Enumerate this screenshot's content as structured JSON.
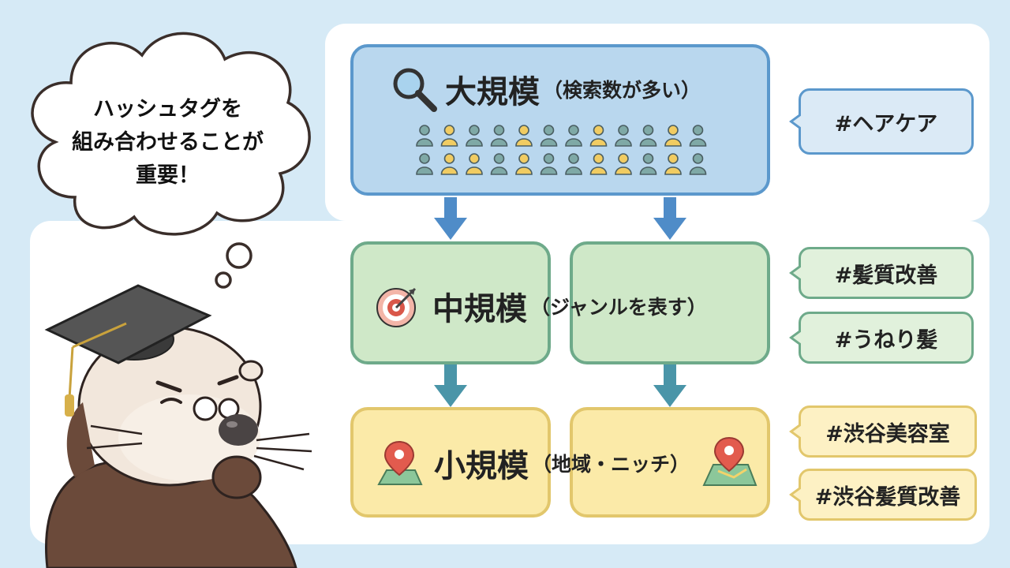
{
  "thought_bubble": {
    "lines": [
      "ハッシュタグを",
      "組み合わせることが",
      "重要！"
    ]
  },
  "tiers": {
    "large": {
      "title": "大規模",
      "subtitle": "（検索数が多い）",
      "icon": "magnifier-icon",
      "color": "#b9d7ee"
    },
    "medium": {
      "title": "中規模",
      "subtitle": "（ジャンルを表す）",
      "icon": "target-icon",
      "color": "#cfe8c8"
    },
    "small": {
      "title": "小規模",
      "subtitle": "（地域・ニッチ）",
      "icon": "map-pin-icon",
      "color": "#fbeaa8"
    }
  },
  "tags": {
    "large": [
      "#ヘアケア"
    ],
    "medium": [
      "#髪質改善",
      "#うねり髪"
    ],
    "small": [
      "#渋谷美容室",
      "#渋谷髪質改善"
    ]
  },
  "people_icon": "person-icon",
  "colors": {
    "blue_border": "#5b98cc",
    "green_border": "#6eaa8a",
    "yellow_border": "#e2c76c",
    "background": "#d6eaf6"
  }
}
